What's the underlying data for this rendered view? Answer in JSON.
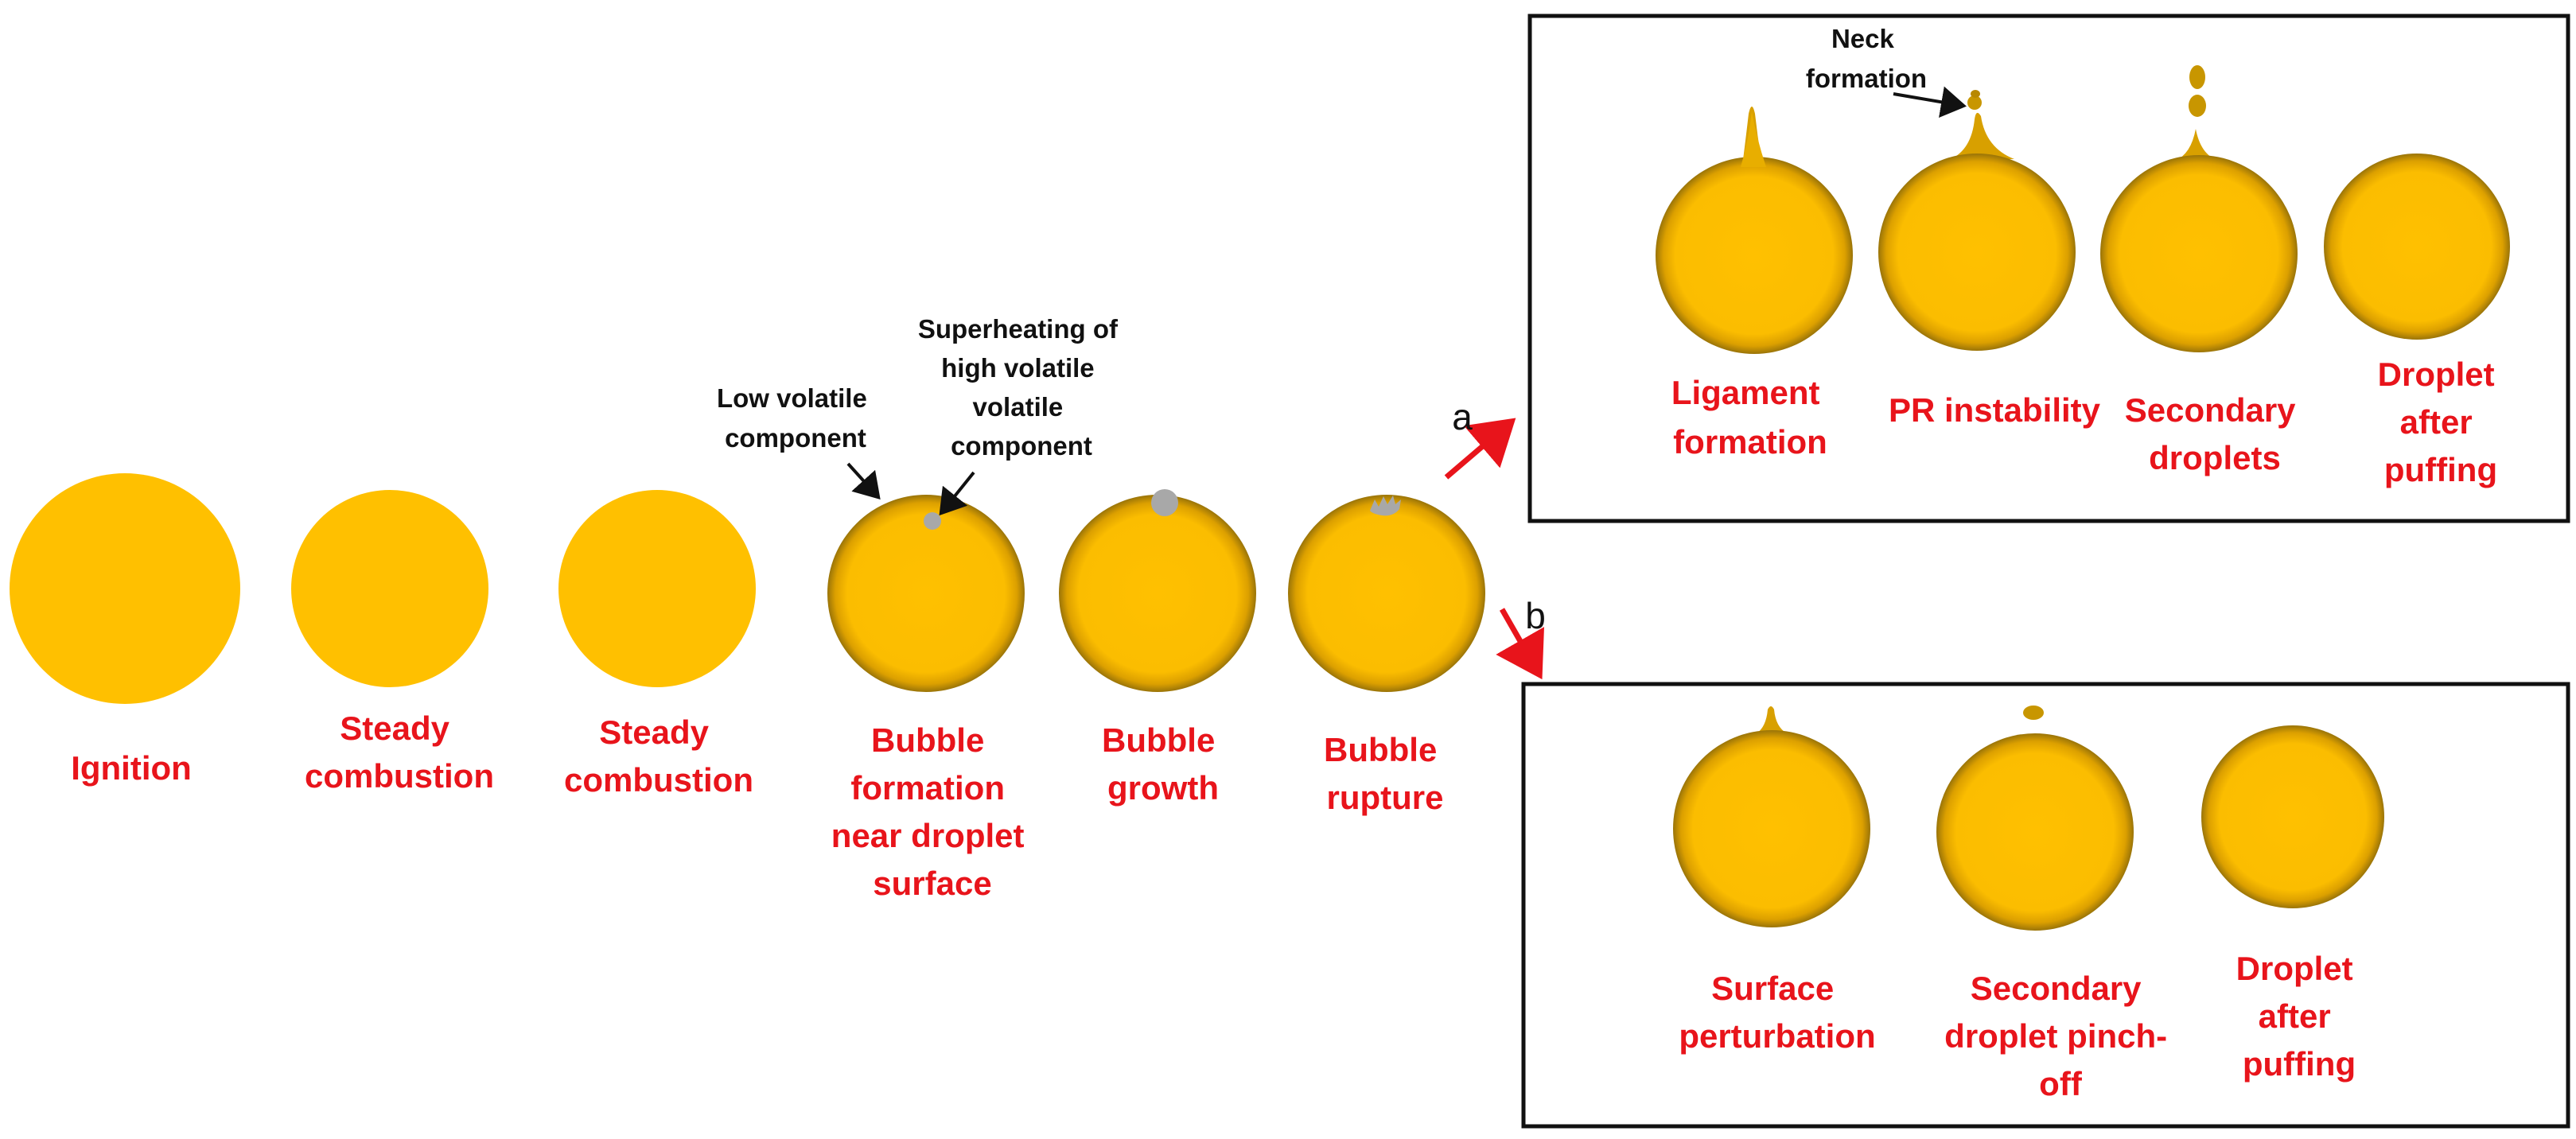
{
  "colors": {
    "droplet_flat": "#ffc000",
    "droplet_rim": "#a07808",
    "bubble": "#a8a8a8",
    "label": "#e8141b",
    "annotation": "#111111",
    "arrow": "#e8141b",
    "box_border": "#111111"
  },
  "stages": [
    {
      "id": "ignition",
      "label": [
        "Ignition"
      ]
    },
    {
      "id": "steady-1",
      "label": [
        "Steady",
        "combustion"
      ]
    },
    {
      "id": "steady-2",
      "label": [
        "Steady",
        "combustion"
      ]
    },
    {
      "id": "bubble-formation",
      "label": [
        "Bubble",
        "formation",
        "near droplet",
        "surface"
      ]
    },
    {
      "id": "bubble-growth",
      "label": [
        "Bubble",
        "growth"
      ]
    },
    {
      "id": "bubble-rupture",
      "label": [
        "Bubble",
        "rupture"
      ]
    }
  ],
  "annotations": {
    "low_volatile": [
      "Low volatile",
      "component"
    ],
    "superheating": [
      "Superheating of",
      "high volatile",
      "volatile",
      "component"
    ],
    "neck": [
      "Neck",
      "formation"
    ]
  },
  "branches": {
    "a": {
      "letter": "a",
      "stages": [
        {
          "id": "ligament",
          "label": [
            "Ligament",
            "formation"
          ]
        },
        {
          "id": "pr-instability",
          "label": [
            "PR instability"
          ]
        },
        {
          "id": "secondary-droplets",
          "label": [
            "Secondary",
            "droplets"
          ]
        },
        {
          "id": "after-puffing-a",
          "label": [
            "Droplet",
            "after",
            "puffing"
          ]
        }
      ]
    },
    "b": {
      "letter": "b",
      "stages": [
        {
          "id": "surface-perturbation",
          "label": [
            "Surface",
            "perturbation"
          ]
        },
        {
          "id": "pinch-off",
          "label": [
            "Secondary",
            "droplet pinch-",
            "off"
          ]
        },
        {
          "id": "after-puffing-b",
          "label": [
            "Droplet",
            "after",
            "puffing"
          ]
        }
      ]
    }
  }
}
